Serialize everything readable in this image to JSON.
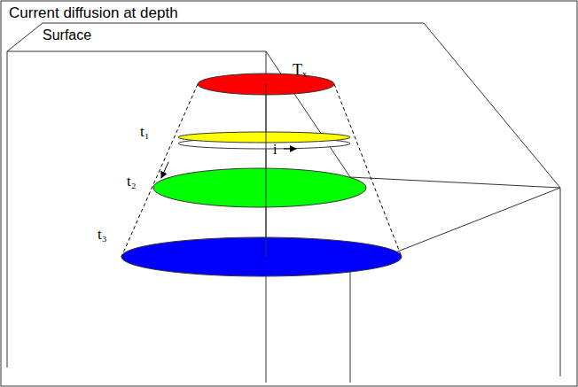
{
  "diagram": {
    "title": "Current diffusion at depth",
    "labels": [
      "Surface",
      "Tₓ",
      "t₁",
      "t₂",
      "t₃",
      "i"
    ]
  }
}
